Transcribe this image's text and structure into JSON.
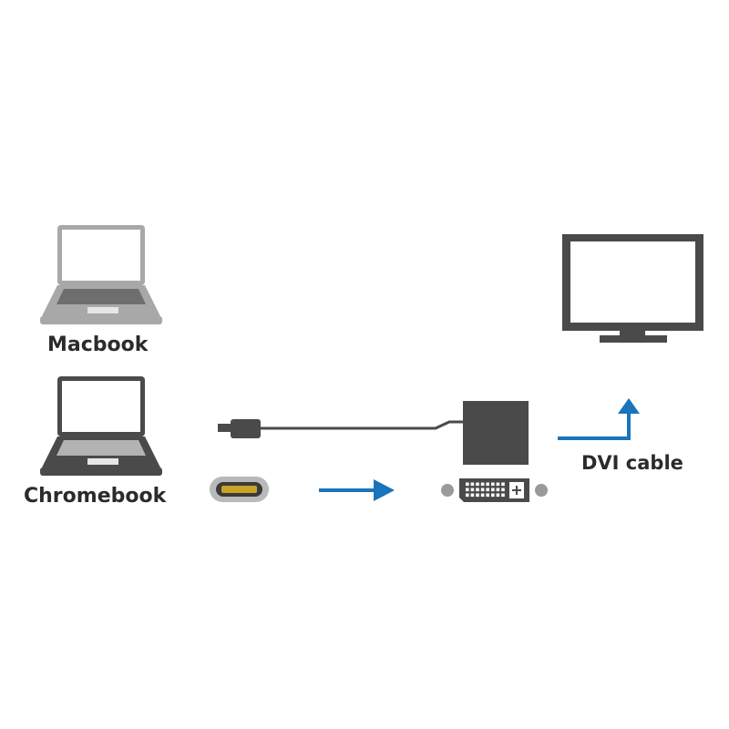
{
  "labels": {
    "macbook": "Macbook",
    "chromebook": "Chromebook",
    "dvi_cable": "DVI cable"
  },
  "colors": {
    "background": "#ffffff",
    "device_dark": "#4a4a4a",
    "macbook_body": "#a8a8a8",
    "accent_blue": "#1a74bb",
    "connector_grey": "#b9b9b9",
    "pin_gold": "#c9a227",
    "text": "#2b2b2b"
  },
  "icons": {
    "macbook": "laptop-icon",
    "chromebook": "laptop-icon",
    "usb_c_plug": "usb-c-plug-icon",
    "usb_c_port": "usb-c-port-icon",
    "adapter": "dvi-adapter-icon",
    "dvi_port": "dvi-port-icon",
    "monitor": "monitor-icon",
    "right_arrow": "arrow-right-icon",
    "up_arrow": "arrow-up-right-icon"
  }
}
